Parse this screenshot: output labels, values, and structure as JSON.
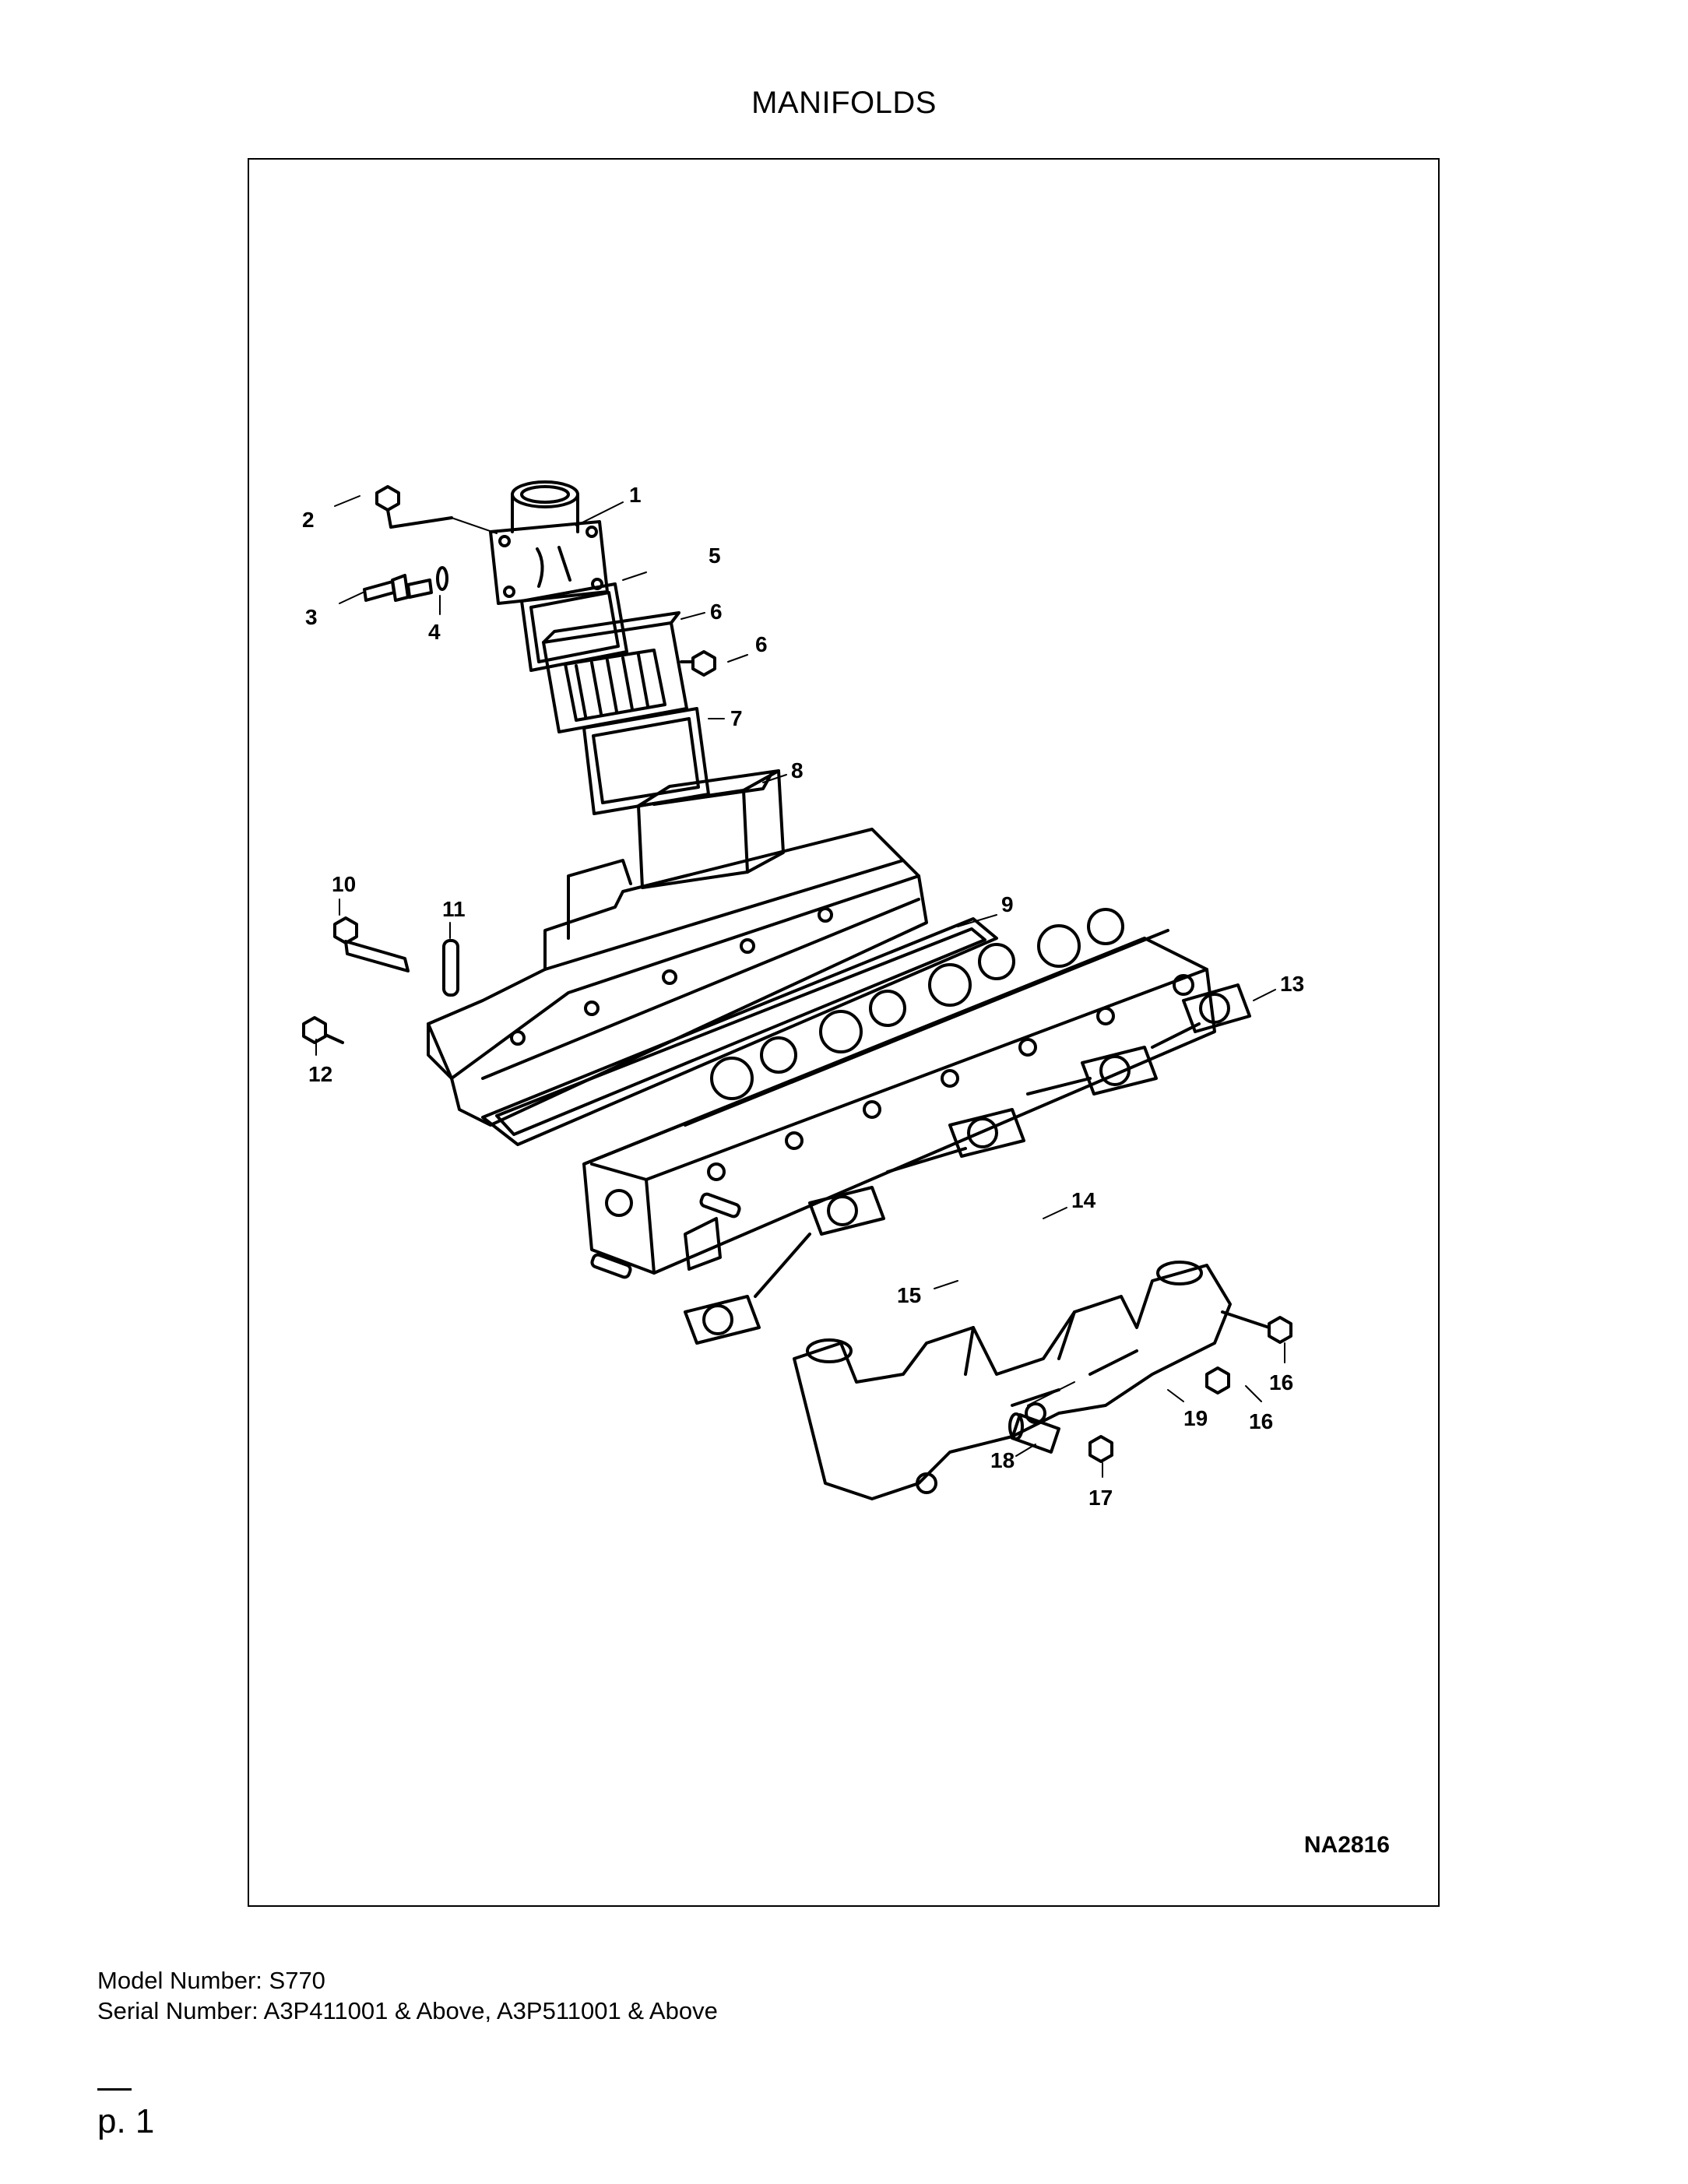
{
  "page": {
    "title": "MANIFOLDS",
    "figure_code": "NA2816",
    "model_label": "Model Number: S770",
    "serial_label": "Serial Number: A3P411001 & Above, A3P511001 & Above",
    "page_number": "p. 1"
  },
  "callouts": [
    "1",
    "2",
    "3",
    "4",
    "5",
    "6",
    "6",
    "7",
    "8",
    "9",
    "10",
    "11",
    "12",
    "13",
    "14",
    "15",
    "16",
    "16",
    "17",
    "18",
    "19"
  ]
}
